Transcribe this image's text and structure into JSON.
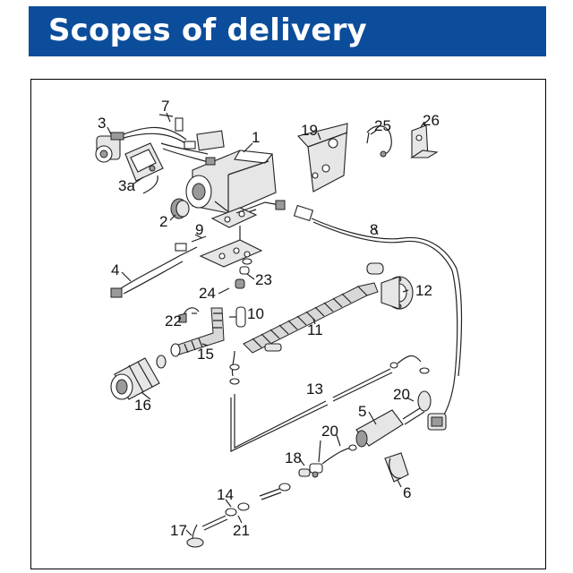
{
  "header": {
    "title": "Scopes of delivery"
  },
  "diagram": {
    "labels": {
      "p1": "1",
      "p2": "2",
      "p3": "3",
      "p3a": "3a",
      "p4": "4",
      "p5": "5",
      "p6": "6",
      "p7": "7",
      "p8": "8",
      "p9": "9",
      "p10": "10",
      "p11": "11",
      "p12": "12",
      "p13": "13",
      "p14": "14",
      "p15": "15",
      "p16": "16",
      "p17": "17",
      "p18": "18",
      "p19": "19",
      "p20a": "20",
      "p20b": "20",
      "p21": "21",
      "p22": "22",
      "p23": "23",
      "p24": "24",
      "p25": "25",
      "p26": "26"
    }
  },
  "colors": {
    "header_bg": "#0b4d9a",
    "header_text": "#ffffff",
    "frame": "#000000"
  }
}
